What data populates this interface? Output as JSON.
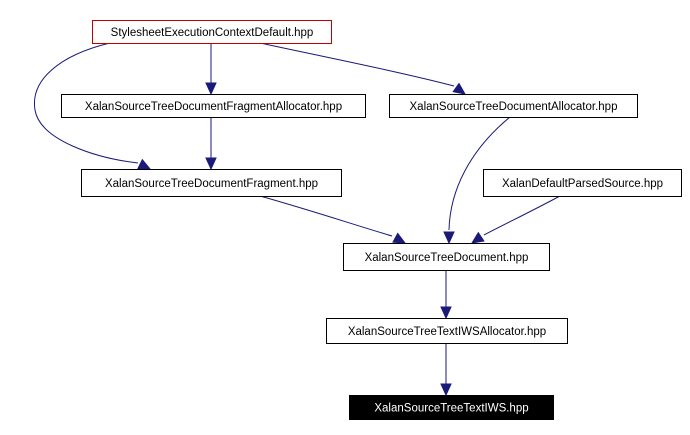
{
  "diagram": {
    "nodes": [
      {
        "id": "n0",
        "label": "StylesheetExecutionContextDefault.hpp",
        "kind": "root"
      },
      {
        "id": "n1",
        "label": "XalanSourceTreeDocumentFragmentAllocator.hpp",
        "kind": "normal"
      },
      {
        "id": "n2",
        "label": "XalanSourceTreeDocumentAllocator.hpp",
        "kind": "normal"
      },
      {
        "id": "n3",
        "label": "XalanSourceTreeDocumentFragment.hpp",
        "kind": "normal"
      },
      {
        "id": "n4",
        "label": "XalanDefaultParsedSource.hpp",
        "kind": "normal"
      },
      {
        "id": "n5",
        "label": "XalanSourceTreeDocument.hpp",
        "kind": "normal"
      },
      {
        "id": "n6",
        "label": "XalanSourceTreeTextIWSAllocator.hpp",
        "kind": "normal"
      },
      {
        "id": "n7",
        "label": "XalanSourceTreeTextIWS.hpp",
        "kind": "focus"
      }
    ],
    "edges": [
      {
        "from": "n0",
        "to": "n1"
      },
      {
        "from": "n0",
        "to": "n2"
      },
      {
        "from": "n0",
        "to": "n3"
      },
      {
        "from": "n1",
        "to": "n3"
      },
      {
        "from": "n3",
        "to": "n5"
      },
      {
        "from": "n2",
        "to": "n5"
      },
      {
        "from": "n4",
        "to": "n5"
      },
      {
        "from": "n5",
        "to": "n6"
      },
      {
        "from": "n6",
        "to": "n7"
      }
    ],
    "colors": {
      "edge": "#1a1a7a",
      "root_border": "#c00000",
      "focus_fill": "#000000",
      "focus_text": "#ffffff"
    }
  }
}
